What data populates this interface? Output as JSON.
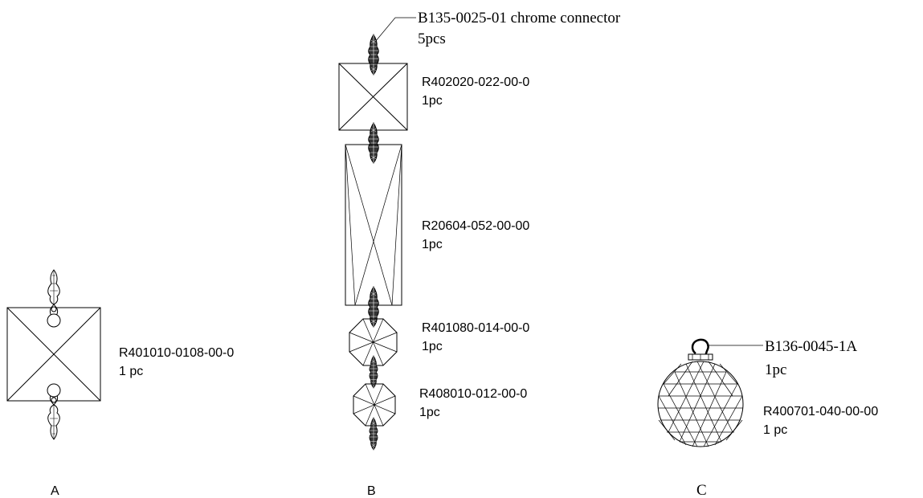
{
  "groups": {
    "a": {
      "letter": "A",
      "label": {
        "line1": "R401010-0108-00-0",
        "line2": "1 pc"
      }
    },
    "b": {
      "letter": "B",
      "connector": {
        "line1": "B135-0025-01 chrome connector",
        "line2": "5pcs"
      },
      "part1": {
        "line1": "R402020-022-00-0",
        "line2": "1pc"
      },
      "part2": {
        "line1": "R20604-052-00-00",
        "line2": "1pc"
      },
      "part3": {
        "line1": "R401080-014-00-0",
        "line2": "1pc"
      },
      "part4": {
        "line1": "R408010-012-00-0",
        "line2": "1pc"
      }
    },
    "c": {
      "letter": "C",
      "hook": {
        "line1": "B136-0045-1A",
        "line2": "1pc"
      },
      "ball": {
        "line1": "R400701-040-00-00",
        "line2": "1 pc"
      }
    }
  }
}
